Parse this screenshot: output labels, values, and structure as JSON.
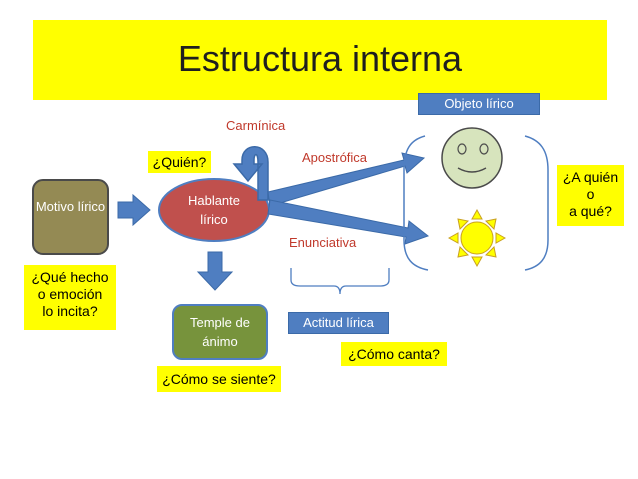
{
  "title": "Estructura interna",
  "nodes": {
    "motivo": "Motivo lírico",
    "hablante": "Hablante lírico",
    "temple": "Temple de ánimo",
    "objeto": "Objeto lírico",
    "actitud": "Actitud lírica"
  },
  "questions": {
    "quien": "¿Quién?",
    "que_hecho": [
      "¿Qué hecho",
      "o emoción",
      "lo incita?"
    ],
    "como_siente": "¿Cómo se siente?",
    "como_canta": "¿Cómo canta?",
    "a_quien": [
      "¿A quién",
      "o",
      "a qué?"
    ]
  },
  "attitudes": {
    "carminica": "Carmínica",
    "apostrofica": "Apostrófica",
    "enunciativa": "Enunciativa"
  },
  "colors": {
    "title_bar": "#ffff00",
    "motivo": "#948a54",
    "hablante": "#c0504d",
    "temple": "#77933c",
    "arrow": "#4f7ec1",
    "face": "#d7e4bd",
    "sun": "#ffff00",
    "attitude_text": "#c0392b"
  }
}
